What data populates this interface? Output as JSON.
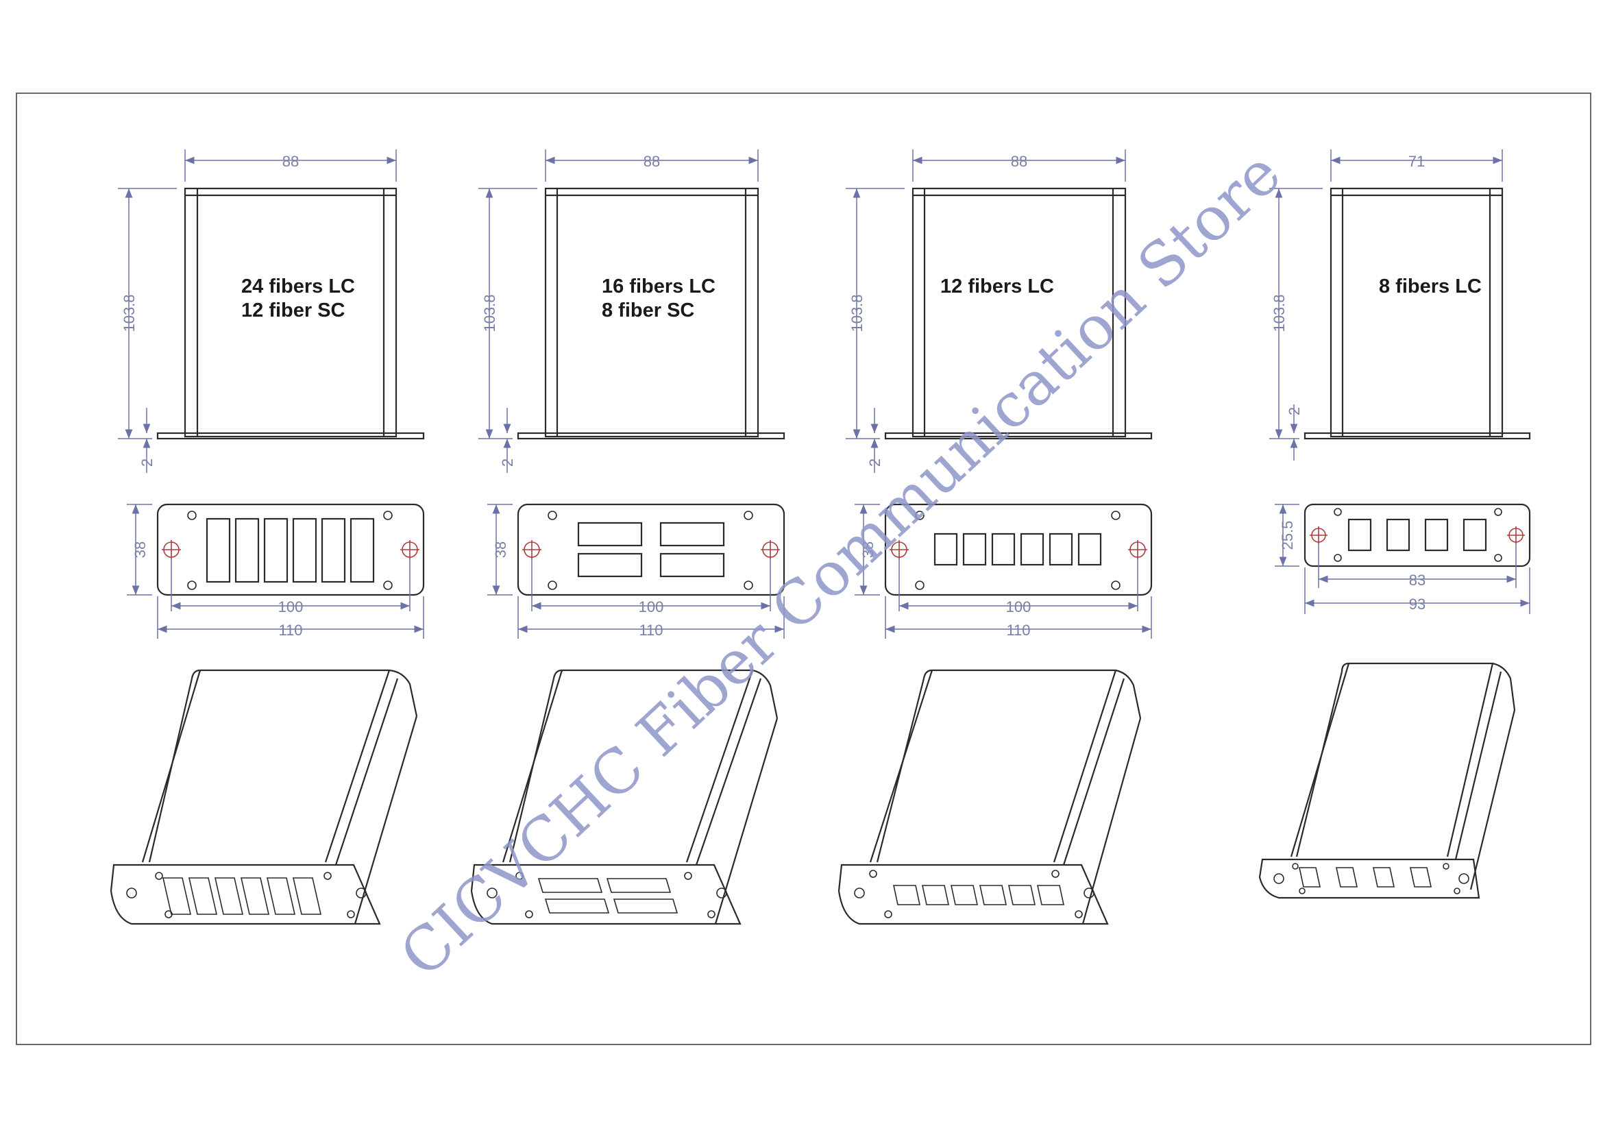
{
  "watermark": "CICVCHC Fiber Communication Store",
  "units": [
    {
      "label_lines": [
        "24 fibers LC",
        "12 fiber SC"
      ],
      "width": "88",
      "height": "103.8",
      "base": "2",
      "panel_height": "38",
      "hole_spacing": "100",
      "panel_width": "110",
      "port_layout": "6-vertical"
    },
    {
      "label_lines": [
        "16 fibers LC",
        "8 fiber SC"
      ],
      "width": "88",
      "height": "103.8",
      "base": "2",
      "panel_height": "38",
      "hole_spacing": "100",
      "panel_width": "110",
      "port_layout": "2x2-horizontal"
    },
    {
      "label_lines": [
        "12 fibers LC"
      ],
      "width": "88",
      "height": "103.8",
      "base": "2",
      "panel_height": "38",
      "hole_spacing": "100",
      "panel_width": "110",
      "port_layout": "6-small"
    },
    {
      "label_lines": [
        "8 fibers LC"
      ],
      "width": "71",
      "height": "103.8",
      "base": "2",
      "panel_height": "25.5",
      "hole_spacing": "83",
      "panel_width": "93",
      "port_layout": "4-small"
    }
  ]
}
